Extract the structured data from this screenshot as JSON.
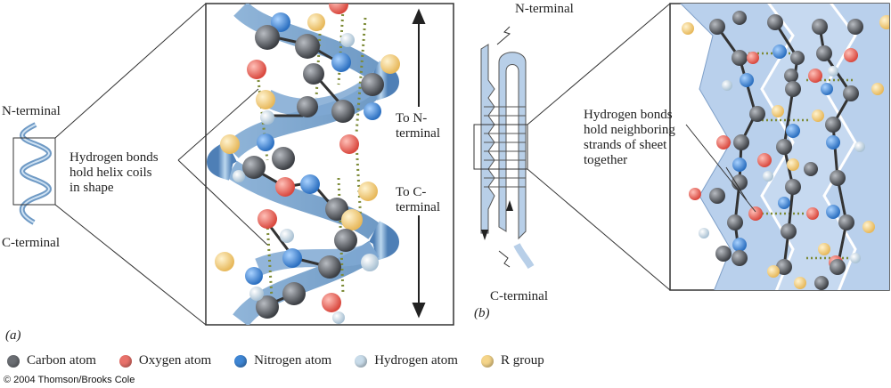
{
  "panel_a": {
    "n_terminal": "N-terminal",
    "c_terminal": "C-terminal",
    "hbond_note": "Hydrogen bonds\nhold helix coils\nin shape",
    "to_n": "To N-\nterminal",
    "to_c": "To C-\nterminal",
    "panel_label": "(a)"
  },
  "panel_b": {
    "n_terminal": "N-terminal",
    "c_terminal": "C-terminal",
    "hbond_note": "Hydrogen bonds\nhold neighboring\nstrands of sheet\ntogether",
    "panel_label": "(b)"
  },
  "legend": [
    {
      "label": "Carbon atom",
      "color": "#6b6e73"
    },
    {
      "label": "Oxygen atom",
      "color": "#e8716a"
    },
    {
      "label": "Nitrogen atom",
      "color": "#3f86d4"
    },
    {
      "label": "Hydrogen atom",
      "color": "#c9dcea"
    },
    {
      "label": "R group",
      "color": "#f5d58a"
    }
  ],
  "copyright": "© 2004 Thomson/Brooks Cole"
}
